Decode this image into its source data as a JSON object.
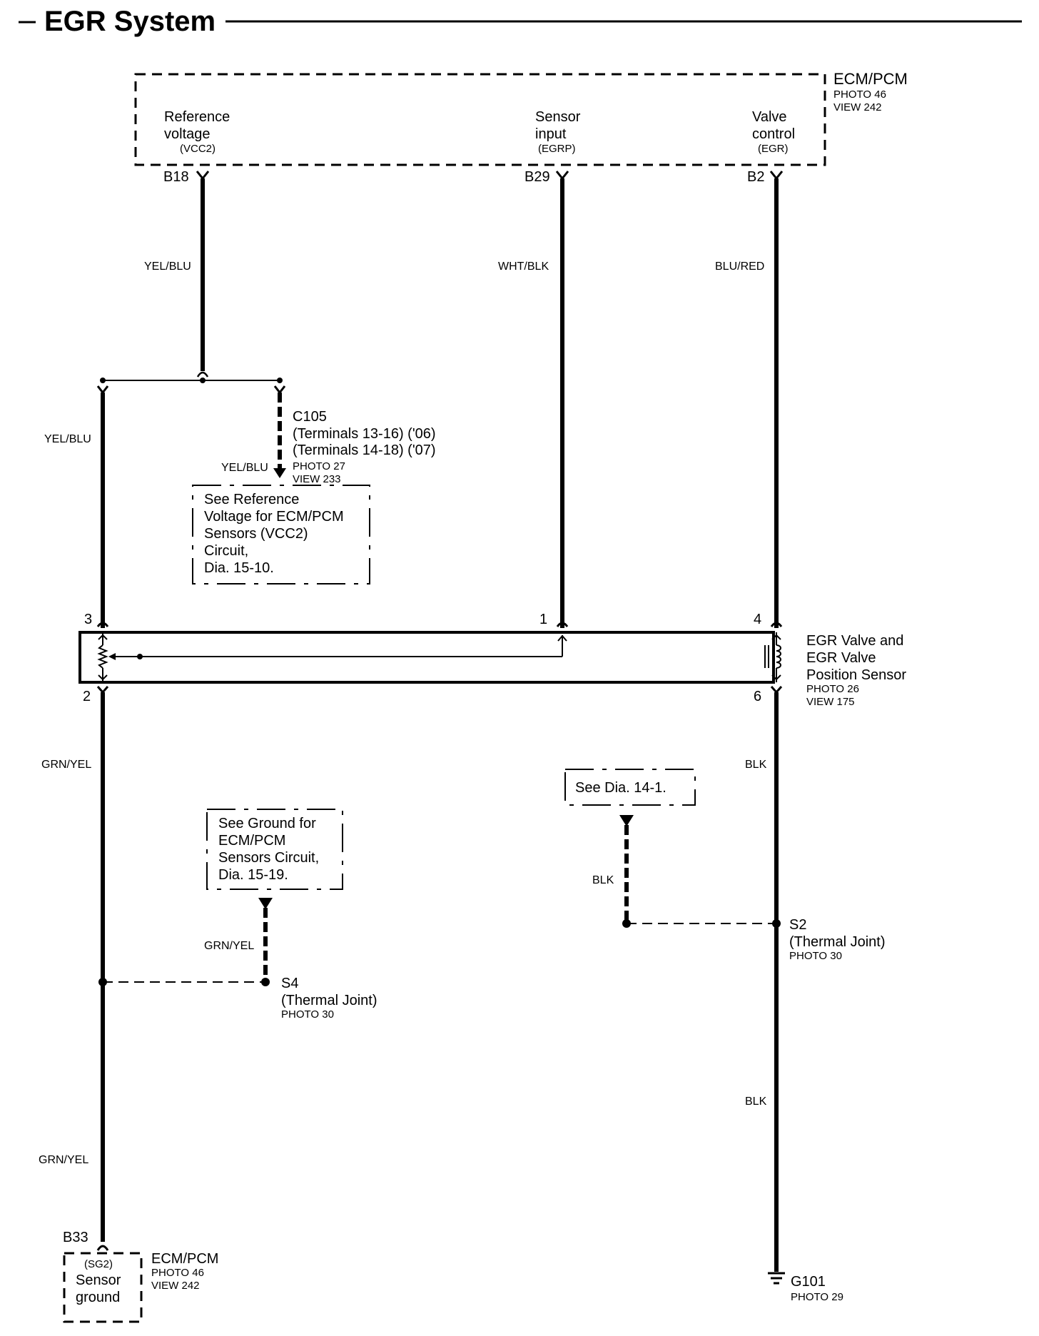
{
  "title": "EGR System",
  "ecm_top": {
    "name": "ECM/PCM",
    "photo": "PHOTO 46",
    "view": "VIEW 242",
    "pins": [
      {
        "line1": "Reference",
        "line2": "voltage",
        "code": "(VCC2)",
        "terminal": "B18"
      },
      {
        "line1": "Sensor",
        "line2": "input",
        "code": "(EGRP)",
        "terminal": "B29"
      },
      {
        "line1": "Valve",
        "line2": "control",
        "code": "(EGR)",
        "terminal": "B2"
      }
    ]
  },
  "wires": {
    "b18_wire": "YEL/BLU",
    "b29_wire": "WHT/BLK",
    "b2_wire": "BLU/RED",
    "left_branch": "YEL/BLU",
    "c105_branch": "YEL/BLU",
    "pin2_wire": "GRN/YEL",
    "pin6_wire": "BLK",
    "s4_branch": "GRN/YEL",
    "s2_branch": "BLK",
    "b33_wire": "GRN/YEL",
    "g101_wire": "BLK"
  },
  "c105": {
    "name": "C105",
    "terminals_06": "(Terminals 13-16) ('06)",
    "terminals_07": "(Terminals 14-18) ('07)",
    "photo": "PHOTO 27",
    "view": "VIEW 233"
  },
  "vcc2_note": [
    "See Reference",
    "Voltage for ECM/PCM",
    "Sensors (VCC2)",
    "Circuit,",
    "Dia. 15-10."
  ],
  "egr_valve": {
    "line1": "EGR Valve and",
    "line2": "EGR Valve",
    "line3": "Position Sensor",
    "photo": "PHOTO 26",
    "view": "VIEW 175",
    "pins": {
      "top_left": "3",
      "top_mid": "1",
      "top_right": "4",
      "bottom_left": "2",
      "bottom_right": "6"
    }
  },
  "ground_note": [
    "See Ground for",
    "ECM/PCM",
    "Sensors Circuit,",
    "Dia. 15-19."
  ],
  "dia_note": "See Dia. 14-1.",
  "s4": {
    "name": "S4",
    "desc": "(Thermal Joint)",
    "photo": "PHOTO 30"
  },
  "s2": {
    "name": "S2",
    "desc": "(Thermal Joint)",
    "photo": "PHOTO 30"
  },
  "ecm_bottom": {
    "terminal": "B33",
    "code": "(SG2)",
    "line1": "Sensor",
    "line2": "ground",
    "name": "ECM/PCM",
    "photo": "PHOTO 46",
    "view": "VIEW 242"
  },
  "g101": {
    "name": "G101",
    "photo": "PHOTO 29"
  }
}
